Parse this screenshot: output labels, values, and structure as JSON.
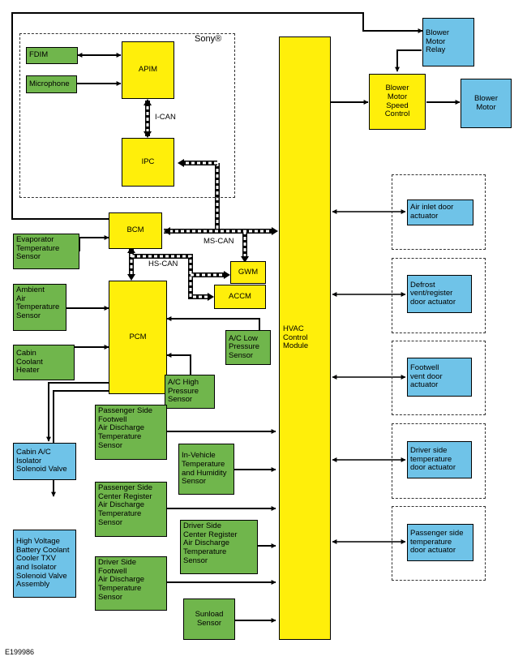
{
  "brand": "Sony®",
  "figure_id": "E199986",
  "bus_labels": {
    "i_can": "I-CAN",
    "ms_can": "MS-CAN",
    "hs_can": "HS-CAN"
  },
  "modules": {
    "fdim": "FDIM",
    "microphone": "Microphone",
    "apim": "APIM",
    "ipc": "IPC",
    "bcm": "BCM",
    "gwm": "GWM",
    "accm": "ACCM",
    "pcm": "PCM",
    "hvac": "HVAC\nControl\nModule",
    "blower_relay": "Blower\nMotor\nRelay",
    "blower_speed": "Blower\nMotor\nSpeed\nControl",
    "blower_motor": "Blower\nMotor"
  },
  "sensors": {
    "evaporator": "Evaporator\nTemperature\nSensor",
    "ambient": "Ambient\nAir\nTemperature\nSensor",
    "cabin_heater": "Cabin\nCoolant\nHeater",
    "ac_high": "A/C High\nPressure\nSensor",
    "ac_low": "A/C Low\nPressure\nSensor",
    "pass_footwell": "Passenger Side\nFootwell\nAir Discharge\nTemperature\nSensor",
    "in_vehicle": "In-Vehicle\nTemperature\nand Humidity\nSensor",
    "pass_center": "Passenger Side\nCenter Register\nAir Discharge\nTemperature\nSensor",
    "drv_center": "Driver Side\nCenter Register\nAir Discharge\nTemperature\nSensor",
    "drv_footwell": "Driver Side\nFootwell\nAir Discharge\nTemperature\nSensor",
    "sunload": "Sunload\nSensor"
  },
  "outputs": {
    "cabin_ac_valve": "Cabin A/C\nIsolator\nSolenoid Valve",
    "hv_battery": "High Voltage\nBattery Coolant\nCooler TXV\nand Isolator\nSolenoid Valve\nAssembly"
  },
  "actuators": {
    "air_inlet": "Air inlet door\nactuator",
    "defrost": "Defrost\nvent/register\ndoor actuator",
    "footwell_vent": "Footwell\nvent door\nactuator",
    "driver_temp": "Driver side\ntemperature\ndoor actuator",
    "passenger_temp": "Passenger side\ntemperature\ndoor actuator"
  }
}
